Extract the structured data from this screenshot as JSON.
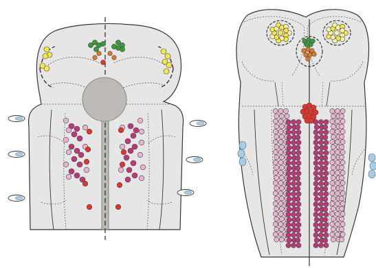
{
  "figure": {
    "panels": [
      {
        "id": "left",
        "view": "dorsal"
      },
      {
        "id": "right",
        "view": "dorsal"
      }
    ],
    "colors": {
      "tissue": "#e6e6e6",
      "outline": "#333333",
      "dotted": "#555555",
      "lobe_cells": "#f2e64a",
      "lobe_cells_pale": "#faf4a6",
      "green_cluster": "#3a9a3a",
      "orange_cluster": "#e07a2a",
      "red_cells": "#e0352b",
      "magenta_cells": "#b83a78",
      "pink_cells": "#e8b4cf",
      "blue_cells": "#a8cce4",
      "gray_disk": "#bdbab6"
    }
  }
}
